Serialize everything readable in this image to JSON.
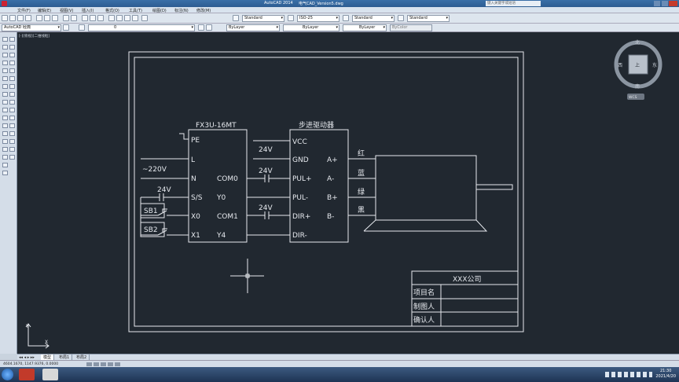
{
  "window": {
    "app_title": "AutoCAD 2014",
    "file_title": "电气CAD_Version5.dwg",
    "search_placeholder": "键入关键字或短语"
  },
  "menu": [
    "文件(F)",
    "编辑(E)",
    "视图(V)",
    "插入(I)",
    "格式(O)",
    "工具(T)",
    "绘图(D)",
    "标注(N)",
    "修改(M)"
  ],
  "toolbar": {
    "workspace": "AutoCAD 经典",
    "text_style": "Standard",
    "dim_style": "ISO-25",
    "table_style": "Standard",
    "multileader_style": "Standard",
    "layer": "0",
    "color": "ByLayer",
    "linetype": "ByLayer",
    "lineweight": "ByLayer",
    "plot_style": "ByColor"
  },
  "viewport": {
    "label": "[-][俯视][二维线框]"
  },
  "viewcube": {
    "north": "北",
    "south": "南",
    "east": "东",
    "west": "西",
    "top": "上",
    "wcs": "WCS"
  },
  "ucs": {
    "x": "X",
    "y": "Y"
  },
  "plc": {
    "title": "FX3U-16MT",
    "pins_left": [
      "PE",
      "L",
      "N",
      "S/S",
      "X0",
      "X1"
    ],
    "pins_right": [
      "COM0",
      "Y0",
      "COM1",
      "Y4"
    ]
  },
  "driver": {
    "title": "步进驱动器",
    "pins_left": [
      "VCC",
      "GND",
      "PUL+",
      "PUL-",
      "DIR+",
      "DIR-"
    ],
    "pins_right": [
      "A+",
      "A-",
      "B+",
      "B-"
    ]
  },
  "wire_colors": [
    "红",
    "蓝",
    "绿",
    "黑"
  ],
  "labels": {
    "v220": "~220V",
    "v24_a": "24V",
    "v24_b": "24V",
    "v24_c": "24V",
    "v24_d": "24V",
    "sb1": "SB1",
    "sb2": "SB2"
  },
  "title_block": {
    "company": "XXX公司",
    "rows": [
      "项目名",
      "制图人",
      "确认人"
    ]
  },
  "layout_tabs": [
    "模型",
    "布局1",
    "布局2"
  ],
  "status": {
    "coords": "4604.1670, 1147.9376, 0.0000"
  },
  "clock": {
    "time": "21:30",
    "date": "2021/4/20"
  },
  "colors": {
    "canvas": "#212830",
    "line": "#e6e9ee",
    "titlebar": "#2d5c91"
  }
}
